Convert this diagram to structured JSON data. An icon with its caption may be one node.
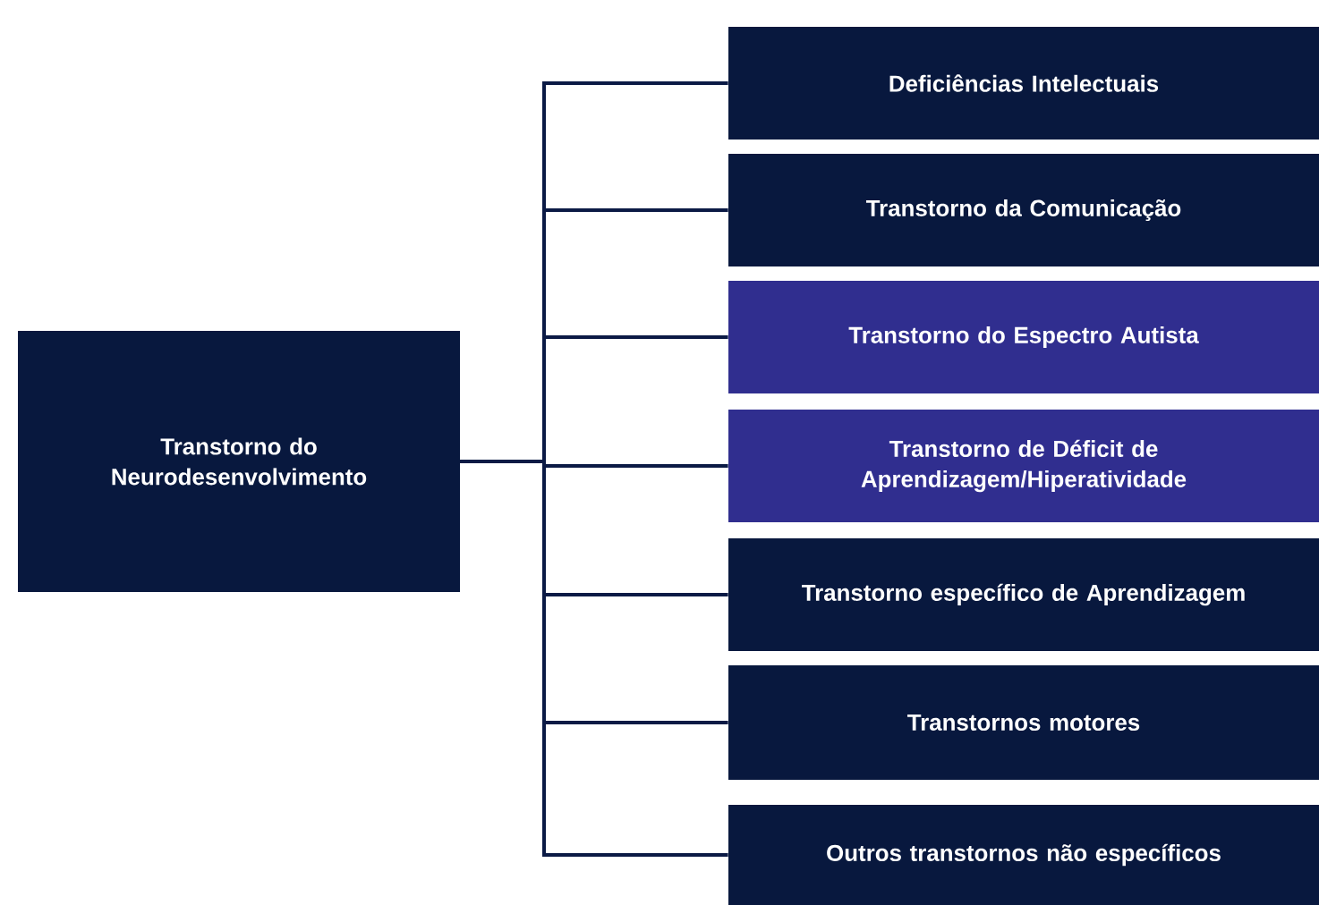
{
  "diagram": {
    "nodes": [
      {
        "text": [
          "Transtorno do Neurodesenvolvimento"
        ]
      },
      {
        "text": [
          "Deficiências Intelectuais"
        ]
      },
      {
        "text": [
          "Transtorno da Comunicação"
        ]
      },
      {
        "text": [
          "Transtorno do Espectro Autista"
        ]
      },
      {
        "text": [
          "Transtorno de Déficit de Aprendizagem/Hiperatividade"
        ]
      },
      {
        "text": [
          "Transtorno específico de Aprendizagem"
        ]
      },
      {
        "text": [
          "Transtornos motores"
        ]
      },
      {
        "text": [
          "Outros transtornos não específicos"
        ]
      }
    ],
    "edges": [
      {
        "from": 0,
        "to": 1,
        "arrow": "none"
      },
      {
        "from": 0,
        "to": 2,
        "arrow": "none"
      },
      {
        "from": 0,
        "to": 3,
        "arrow": "none"
      },
      {
        "from": 0,
        "to": 4,
        "arrow": "none"
      },
      {
        "from": 0,
        "to": 5,
        "arrow": "none"
      },
      {
        "from": 0,
        "to": 6,
        "arrow": "none"
      },
      {
        "from": 0,
        "to": 7,
        "arrow": "none"
      }
    ]
  }
}
